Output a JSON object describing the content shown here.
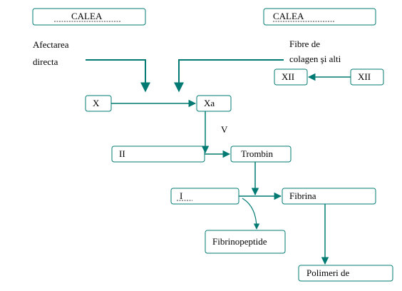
{
  "pathway_headers": {
    "left": "CALEA",
    "right": "CALEA"
  },
  "labels": {
    "afectarea_line1": "Afectarea",
    "afectarea_line2": "directa",
    "fibre_line1": "Fibre de",
    "fibre_line2": "colagen şi alti",
    "v": "V"
  },
  "nodes": {
    "xii_left": "XII",
    "xii_right": "XII",
    "x": "X",
    "xa": "Xa",
    "ii": "II",
    "trombin": "Trombin",
    "fibrinogen": "I",
    "fibrina": "Fibrina",
    "fibrinopeptide": "Fibrinopeptide",
    "polimeri": "Polimeri de"
  },
  "colors": {
    "arrow": "#007a72",
    "box_border": "#007a72",
    "text": "#000000"
  }
}
